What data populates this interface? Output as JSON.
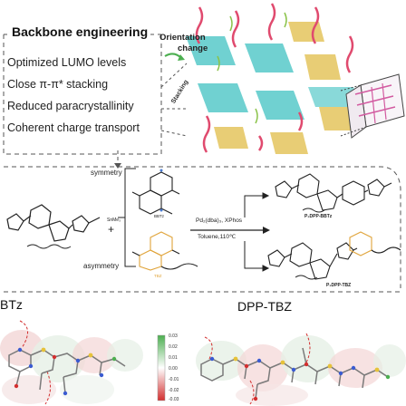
{
  "panel_a": {
    "title": "Backbone engineering",
    "features": [
      "Optimized LUMO levels",
      "Close π-π* stacking",
      "Reduced paracrystallinity",
      "Coherent charge transport"
    ],
    "orientation_label_1": "Orientation",
    "orientation_label_2": "change",
    "side_label": "Stacking"
  },
  "panel_b": {
    "symmetry_label": "symmetry",
    "asymmetry_label": "asymmetry",
    "reagent_sub1": "BBTz",
    "reagent_sub2": "TBZ",
    "condition_top": "Pd₂(dba)₃, XPhos",
    "condition_bottom": "Toluene,110℃",
    "product_1": "P₂DPP-BBTz",
    "product_2": "P₂DPP-TBZ",
    "plus": "+"
  },
  "panel_c": {
    "left_title": "BTz",
    "right_title": "DPP-TBZ",
    "scale_ticks": [
      "0.03",
      "0.02",
      "0.01",
      "0.00",
      "-0.01",
      "-0.02",
      "-0.03"
    ]
  },
  "colors": {
    "cyan_block": "#57c9c9",
    "yellow_block": "#e6c866",
    "red_chain": "#e04a6e",
    "yellow_struct": "#e0a43a",
    "scale_top": "#4caf50",
    "scale_bottom": "#d32f2f"
  }
}
